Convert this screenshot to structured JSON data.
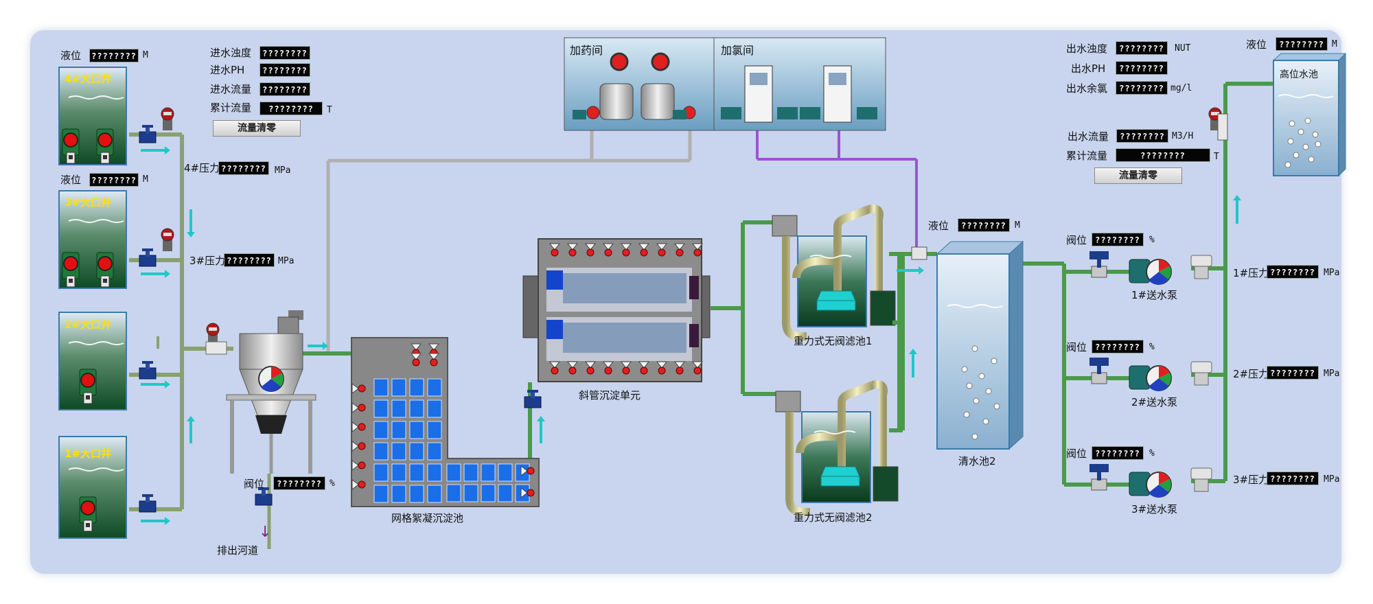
{
  "wells": [
    {
      "title": "4#大口井",
      "level_label": "液位",
      "level_value": "????????",
      "level_unit": "M",
      "pressure_label": "4#压力",
      "pressure_value": "????????",
      "pressure_unit": "MPa"
    },
    {
      "title": "3#大口井",
      "level_label": "液位",
      "level_value": "????????",
      "level_unit": "M",
      "pressure_label": "3#压力",
      "pressure_value": "????????",
      "pressure_unit": "MPa"
    },
    {
      "title": "2#大口井"
    },
    {
      "title": "1#大口井"
    }
  ],
  "inlet": {
    "turbidity_label": "进水浊度",
    "turbidity_value": "????????",
    "ph_label": "进水PH",
    "ph_value": "????????",
    "flow_label": "进水流量",
    "flow_value": "????????",
    "total_label": "累计流量",
    "total_value": "????????",
    "total_unit": "T",
    "reset_label": "流量清零"
  },
  "drain": {
    "valve_label": "阀位",
    "valve_value": "????????",
    "valve_unit": "%",
    "outlet_label": "排出河道"
  },
  "rooms": {
    "dosing": "加药间",
    "chlorine": "加氯间"
  },
  "units": {
    "grid_tank": "网格絮凝沉淀池",
    "tube_settler": "斜管沉淀单元",
    "filter1": "重力式无阀滤池1",
    "filter2": "重力式无阀滤池2",
    "clear_tank": "清水池2"
  },
  "clear_tank_level": {
    "label": "液位",
    "value": "????????",
    "unit": "M"
  },
  "outlet": {
    "turbidity_label": "出水浊度",
    "turbidity_value": "????????",
    "turbidity_unit": "NUT",
    "ph_label": "出水PH",
    "ph_value": "????????",
    "chlorine_label": "出水余氯",
    "chlorine_value": "????????",
    "chlorine_unit": "mg/l",
    "flow_label": "出水流量",
    "flow_value": "????????",
    "flow_unit": "M3/H",
    "total_label": "累计流量",
    "total_value": "????????",
    "total_unit": "T",
    "reset_label": "流量清零"
  },
  "high_tank": {
    "title": "高位水池",
    "level_label": "液位",
    "level_value": "????????",
    "level_unit": "M"
  },
  "pumps": [
    {
      "name": "1#送水泵",
      "valve_label": "阀位",
      "valve_value": "????????",
      "valve_unit": "%",
      "pressure_label": "1#压力",
      "pressure_value": "????????",
      "pressure_unit": "MPa"
    },
    {
      "name": "2#送水泵",
      "valve_label": "阀位",
      "valve_value": "????????",
      "valve_unit": "%",
      "pressure_label": "2#压力",
      "pressure_value": "????????",
      "pressure_unit": "MPa"
    },
    {
      "name": "3#送水泵",
      "valve_label": "阀位",
      "valve_value": "????????",
      "valve_unit": "%",
      "pressure_label": "3#压力",
      "pressure_value": "????????",
      "pressure_unit": "MPa"
    }
  ],
  "colors": {
    "water_pipe": "#7a9a5c",
    "clean_pipe": "#4aa04a",
    "dosing_pipe": "#aaaaaa",
    "chlorine_pipe": "#a050d8",
    "flow_arrow": "#1fc8c8",
    "drain_arrow": "#8a1a8a"
  }
}
